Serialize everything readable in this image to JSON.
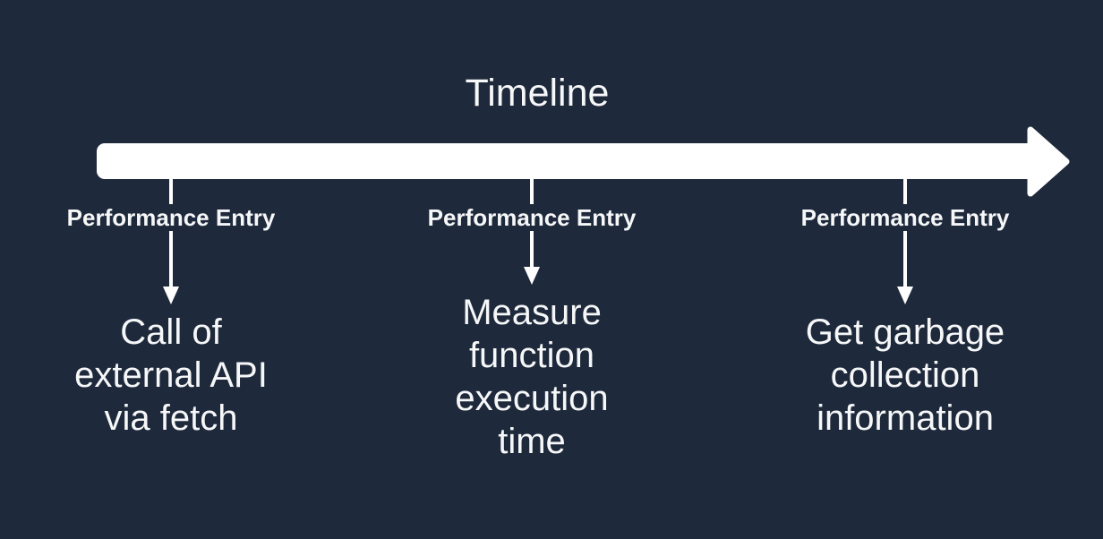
{
  "title": "Timeline",
  "colors": {
    "background": "#1e293b",
    "foreground": "#ffffff"
  },
  "timeline_arrow": {
    "direction": "right"
  },
  "entries": [
    {
      "label": "Performance Entry",
      "description": "Call of\nexternal API\nvia fetch"
    },
    {
      "label": "Performance Entry",
      "description": "Measure\nfunction\nexecution\ntime"
    },
    {
      "label": "Performance Entry",
      "description": "Get garbage\ncollection\ninformation"
    }
  ]
}
